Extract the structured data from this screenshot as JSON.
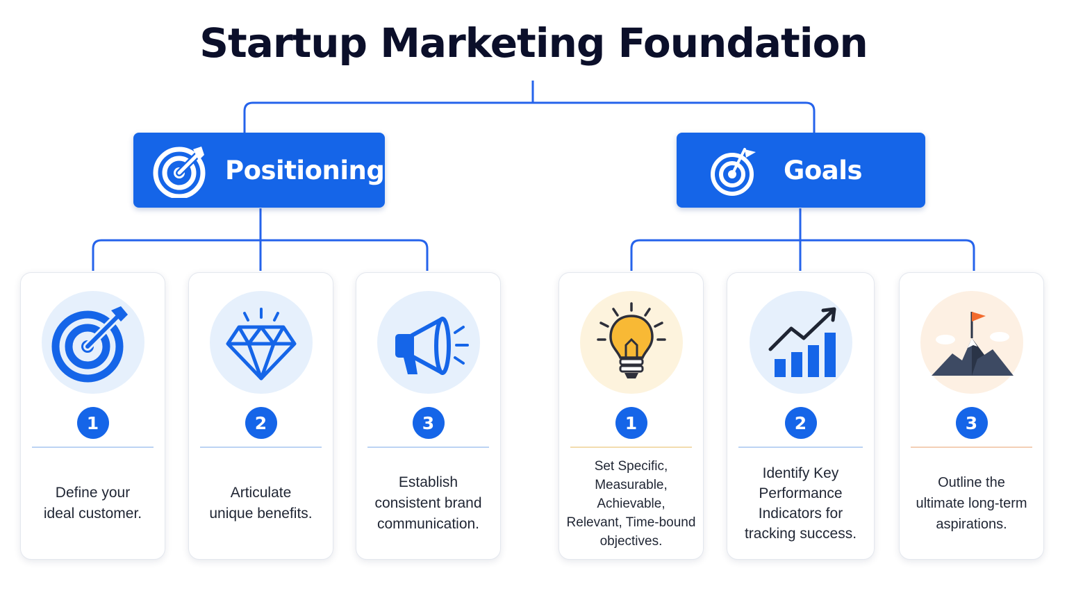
{
  "title": "Startup Marketing Foundation",
  "colors": {
    "primary": "#1565e8",
    "connector": "#2563eb",
    "title": "#0b0f2a",
    "icon_bg_blue": "#e6f0fc",
    "icon_bg_yellow": "#fdf3dd",
    "icon_bg_orange": "#fdf0e3",
    "rule_blue": "#bcd3f3",
    "rule_yellow": "#f2dcae",
    "rule_orange": "#f3cfb6"
  },
  "categories": [
    {
      "label": "Positioning",
      "icon": "target-arrow-icon",
      "items": [
        {
          "number": "1",
          "icon": "target-icon",
          "text": "Define your\nideal customer."
        },
        {
          "number": "2",
          "icon": "diamond-icon",
          "text": "Articulate\nunique benefits."
        },
        {
          "number": "3",
          "icon": "megaphone-icon",
          "text": "Establish\nconsistent brand\ncommunication."
        }
      ]
    },
    {
      "label": "Goals",
      "icon": "target-flag-icon",
      "items": [
        {
          "number": "1",
          "icon": "lightbulb-icon",
          "text": "Set Specific,\nMeasurable,\nAchievable,\nRelevant, Time-bound\nobjectives."
        },
        {
          "number": "2",
          "icon": "growth-chart-icon",
          "text": "Identify Key\nPerformance\nIndicators for\ntracking success."
        },
        {
          "number": "3",
          "icon": "mountain-flag-icon",
          "text": "Outline the\nultimate long-term\naspirations."
        }
      ]
    }
  ]
}
